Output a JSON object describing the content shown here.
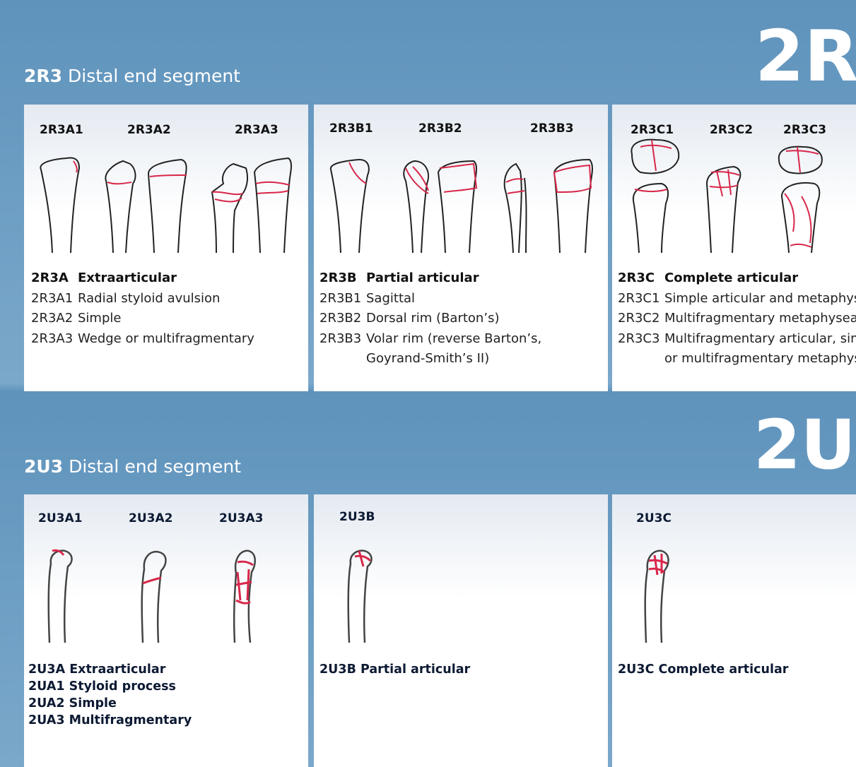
{
  "radius": {
    "big_code": "2R",
    "segment_code": "2R3",
    "segment_title": "Distal end segment",
    "panels": [
      {
        "group_code": "2R3A",
        "group_name": "Extraarticular",
        "sub_labels": [
          "2R3A1",
          "2R3A2",
          "2R3A3"
        ],
        "items": [
          {
            "code": "2R3A1",
            "text": "Radial styloid avulsion"
          },
          {
            "code": "2R3A2",
            "text": "Simple"
          },
          {
            "code": "2R3A3",
            "text": "Wedge or multifragmentary"
          }
        ]
      },
      {
        "group_code": "2R3B",
        "group_name": "Partial articular",
        "sub_labels": [
          "2R3B1",
          "2R3B2",
          "2R3B3"
        ],
        "items": [
          {
            "code": "2R3B1",
            "text": "Sagittal"
          },
          {
            "code": "2R3B2",
            "text": "Dorsal rim (Barton’s)"
          },
          {
            "code": "2R3B3",
            "text": "Volar rim (reverse Barton’s,"
          },
          {
            "code": "",
            "text": "Goyrand-Smith’s II)"
          }
        ]
      },
      {
        "group_code": "2R3C",
        "group_name": "Complete articular",
        "sub_labels": [
          "2R3C1",
          "2R3C2",
          "2R3C3"
        ],
        "items": [
          {
            "code": "2R3C1",
            "text": "Simple articular and metaphyseal"
          },
          {
            "code": "2R3C2",
            "text": "Multifragmentary metaphyseal"
          },
          {
            "code": "2R3C3",
            "text": "Multifragmentary articular, simple"
          },
          {
            "code": "",
            "text": "or multifragmentary metaphyseal"
          }
        ]
      }
    ]
  },
  "ulna": {
    "big_code": "2U",
    "segment_code": "2U3",
    "segment_title": "Distal end segment",
    "panels": [
      {
        "sub_labels": [
          "2U3A1",
          "2U3A2",
          "2U3A3"
        ],
        "lines": [
          "2U3A Extraarticular",
          "2UA1 Styloid process",
          "2UA2 Simple",
          "2UA3 Multifragmentary"
        ]
      },
      {
        "sub_labels": [
          "2U3B"
        ],
        "lines": [
          "2U3B Partial articular"
        ]
      },
      {
        "sub_labels": [
          "2U3C"
        ],
        "lines": [
          "2U3C Complete articular"
        ]
      }
    ]
  },
  "colors": {
    "background": "#6f9fc4",
    "fracture_line": "#d8274a",
    "bone_outline": "#222222"
  }
}
